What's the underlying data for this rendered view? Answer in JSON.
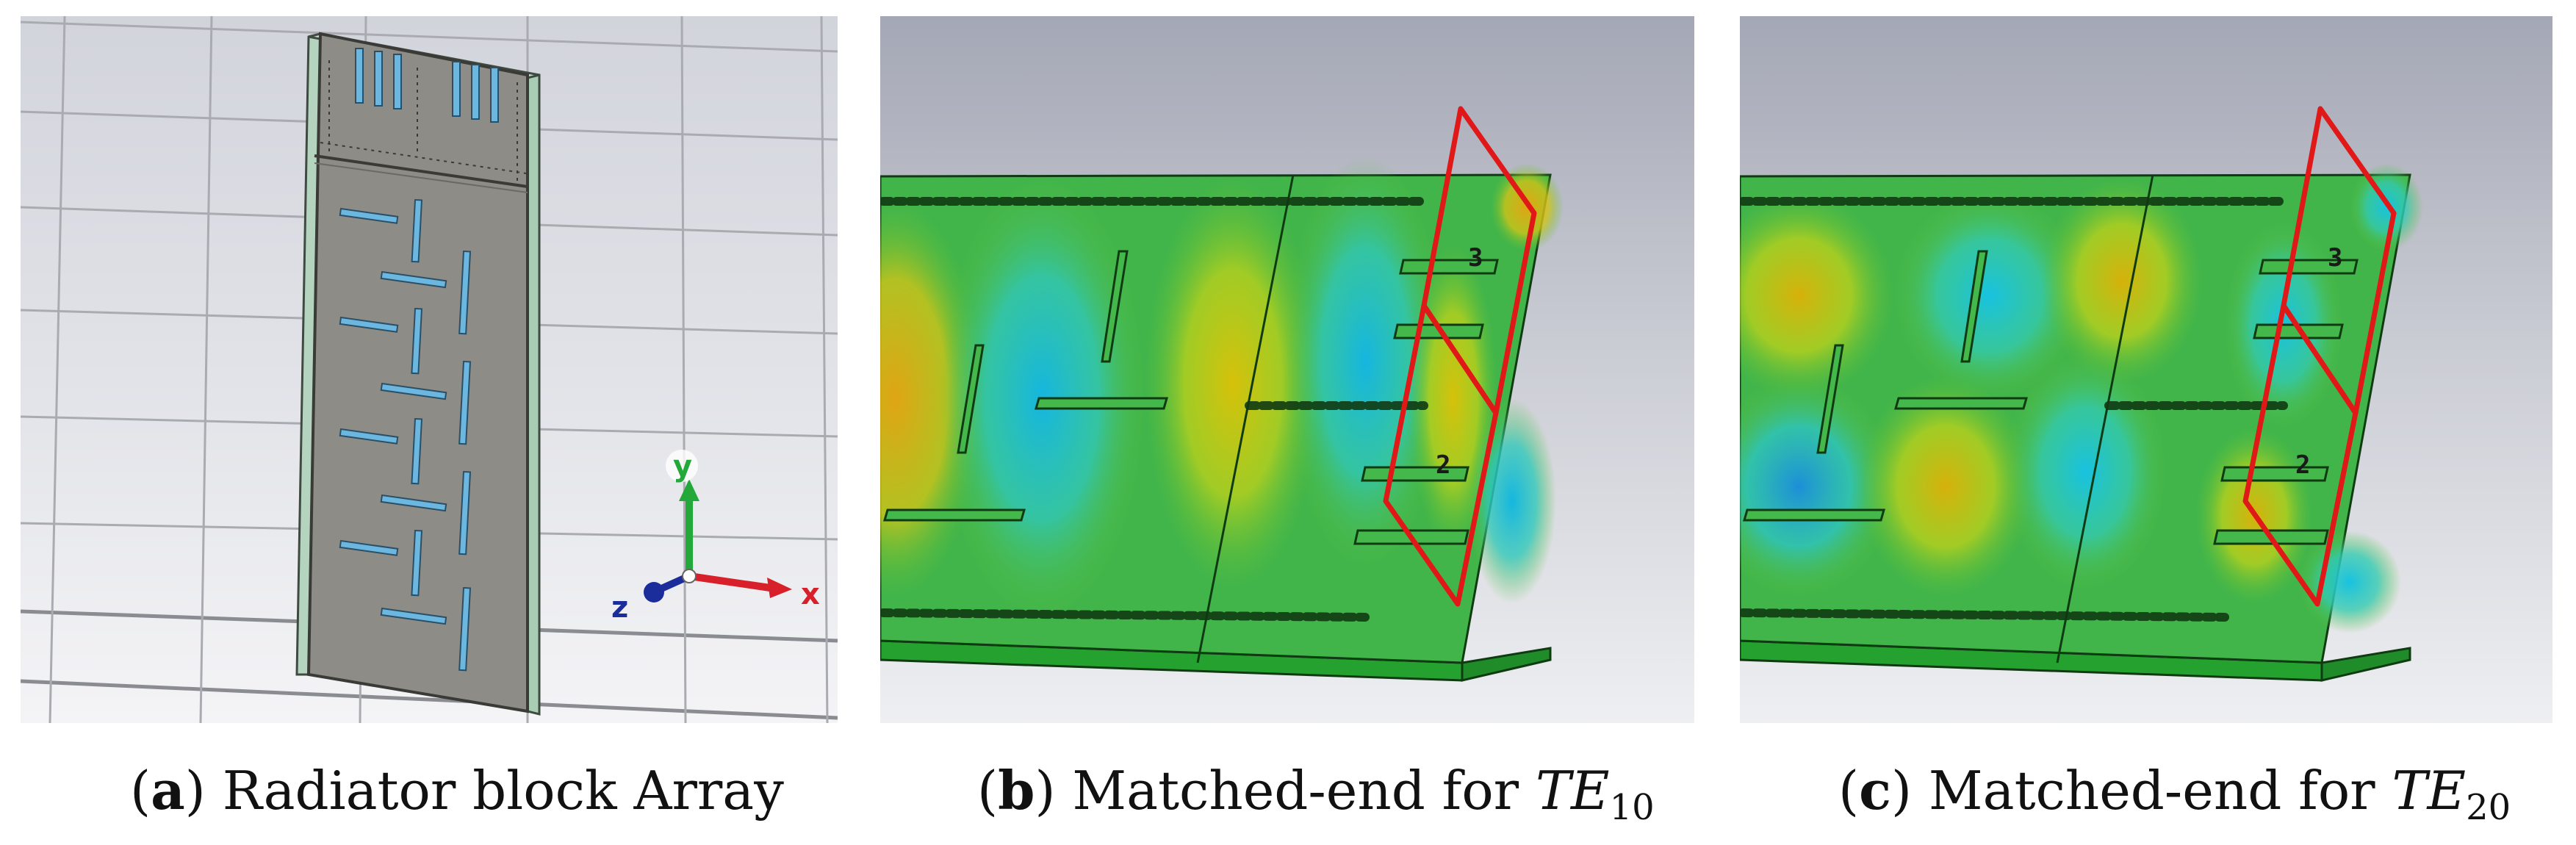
{
  "panels": [
    {
      "id": "a",
      "caption_letter": "a",
      "caption_text": "Radiator block Array",
      "axes": {
        "y": "y",
        "x": "x",
        "z": "z"
      }
    },
    {
      "id": "b",
      "caption_letter": "b",
      "caption_text": "Matched-end for ",
      "mode_main": "TE",
      "mode_sub": "10",
      "port_labels": [
        "3",
        "2"
      ]
    },
    {
      "id": "c",
      "caption_letter": "c",
      "caption_text": "Matched-end for ",
      "mode_main": "TE",
      "mode_sub": "20",
      "port_labels": [
        "3",
        "2"
      ]
    }
  ],
  "colors": {
    "block_body": "#8d8c86",
    "block_edge": "#a8cdb4",
    "slot_fill": "#6cb7df",
    "board_green": "#2faa3a",
    "port_red": "#e01818",
    "axis_x": "#d8202a",
    "axis_y": "#23a83a",
    "axis_z": "#1b2d9a"
  }
}
